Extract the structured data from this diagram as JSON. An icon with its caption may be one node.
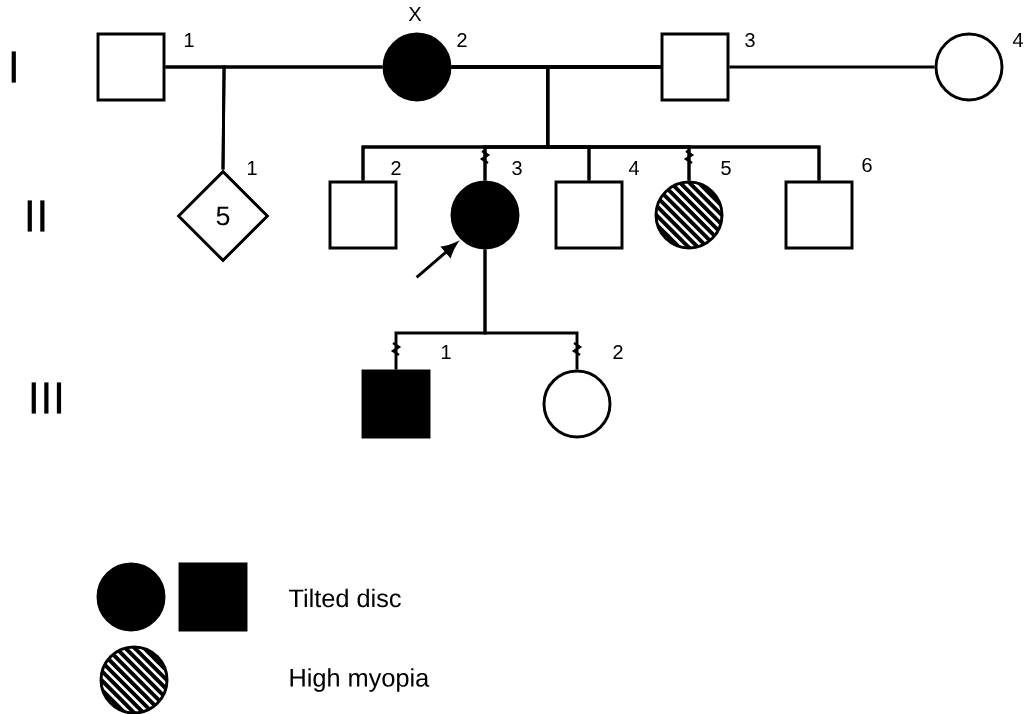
{
  "diagram": {
    "nodes": [
      {
        "text": [],
        "shape": "box",
        "beside": [
          "1"
        ]
      },
      {
        "text": [],
        "shape": "circle",
        "beside": [
          "X",
          "2"
        ]
      },
      {
        "text": [],
        "shape": "box",
        "beside": [
          "3"
        ]
      },
      {
        "text": [],
        "shape": "circle",
        "beside": [
          "4"
        ]
      },
      {
        "text": [
          "5"
        ],
        "beside": [
          "1"
        ]
      },
      {
        "text": [],
        "shape": "box",
        "beside": [
          "2"
        ]
      },
      {
        "text": [],
        "shape": "circle",
        "beside": [
          "3"
        ]
      },
      {
        "text": [],
        "shape": "box",
        "beside": [
          "4"
        ]
      },
      {
        "text": [],
        "shape": "circle",
        "beside": [
          "5"
        ]
      },
      {
        "text": [],
        "shape": "box",
        "beside": [
          "6"
        ]
      },
      {
        "text": [],
        "shape": "box",
        "beside": [
          "1"
        ]
      },
      {
        "text": [],
        "shape": "circle",
        "beside": [
          "2"
        ]
      }
    ],
    "edges": [
      {
        "from": 0,
        "to": 1,
        "arrow": "none"
      },
      {
        "from": 1,
        "to": 2,
        "arrow": "none"
      },
      {
        "from": 2,
        "to": 3,
        "arrow": "none"
      },
      {
        "from": 0,
        "to": 4,
        "arrow": "none"
      },
      {
        "from": 1,
        "to": 4,
        "arrow": "none"
      },
      {
        "from": 1,
        "to": 5,
        "arrow": "none"
      },
      {
        "from": 2,
        "to": 5,
        "arrow": "none"
      },
      {
        "from": 1,
        "to": 6,
        "arrow": "none"
      },
      {
        "from": 2,
        "to": 6,
        "arrow": "none"
      },
      {
        "from": 1,
        "to": 7,
        "arrow": "none"
      },
      {
        "from": 2,
        "to": 7,
        "arrow": "none"
      },
      {
        "from": 1,
        "to": 8,
        "arrow": "none"
      },
      {
        "from": 2,
        "to": 8,
        "arrow": "none"
      },
      {
        "from": 1,
        "to": 9,
        "arrow": "none"
      },
      {
        "from": 2,
        "to": 9,
        "arrow": "none"
      },
      {
        "from": 6,
        "to": 10,
        "arrow": "none"
      },
      {
        "from": 6,
        "to": 11,
        "arrow": "none"
      },
      {
        "from": null,
        "to": 6,
        "arrow": "to"
      }
    ],
    "labels": [
      "I",
      "II",
      "III"
    ],
    "legend": [
      {
        "text": "Tilted disc"
      },
      {
        "text": "High myopia"
      }
    ]
  }
}
